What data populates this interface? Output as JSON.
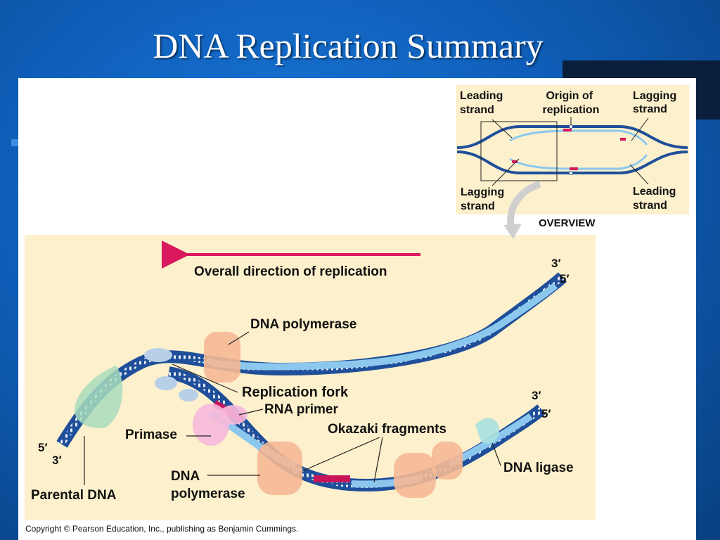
{
  "slide": {
    "title": "DNA Replication Summary"
  },
  "overview": {
    "leading_strand_top": [
      "Leading",
      "strand"
    ],
    "origin": [
      "Origin of",
      "replication"
    ],
    "lagging_strand_top": [
      "Lagging",
      "strand"
    ],
    "lagging_strand_bottom": [
      "Lagging",
      "strand"
    ],
    "leading_strand_bottom": [
      "Leading",
      "strand"
    ],
    "caption": "OVERVIEW"
  },
  "main": {
    "direction_label": "Overall direction of replication",
    "top_prime_3": "3′",
    "top_prime_5": "5′",
    "dna_polymerase_top": "DNA polymerase",
    "replication_fork": "Replication fork",
    "rna_primer": "RNA primer",
    "primase": "Primase",
    "okazaki": "Okazaki fragments",
    "dna_polymerase_bottom": [
      "DNA",
      "polymerase"
    ],
    "dna_ligase": "DNA ligase",
    "left_prime_5": "5′",
    "left_prime_3": "3′",
    "right_prime_3": "3′",
    "right_prime_5": "5′",
    "parental_dna": "Parental DNA"
  },
  "copyright": "Copyright © Pearson Education, Inc., publishing as Benjamin Cummings.",
  "colors": {
    "background": "#0f5fba",
    "panel": "#fdf0cc",
    "dark_strand": "#1f4f9a",
    "light_strand": "#8cc8ee",
    "primer": "#c8155a",
    "enzyme_orange": "#f5b895",
    "enzyme_pink": "#f6b9dc",
    "enzyme_green": "#a8dcbc",
    "helicase_blue": "#b8cfe8",
    "arrow_red": "#d9185e"
  }
}
